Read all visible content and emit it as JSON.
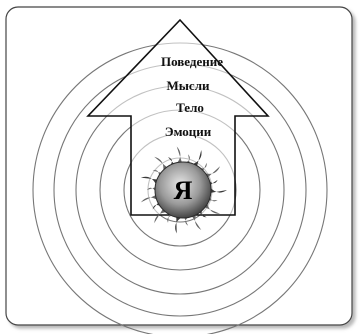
{
  "diagram": {
    "labels": [
      "Поведение",
      "Мысли",
      "Тело",
      "Эмоции"
    ],
    "core_label": "Я",
    "ring_count": 6,
    "colors": {
      "frame_border": "#444444",
      "rings": "#777777",
      "arrow_outline": "#111111",
      "text": "#111111",
      "sun_center": "#d9d9d9",
      "sun_edge": "#3a3a3a",
      "core_text": "#000000"
    },
    "icons": {
      "center": "sun-icon",
      "pointer": "up-arrow-icon"
    }
  }
}
